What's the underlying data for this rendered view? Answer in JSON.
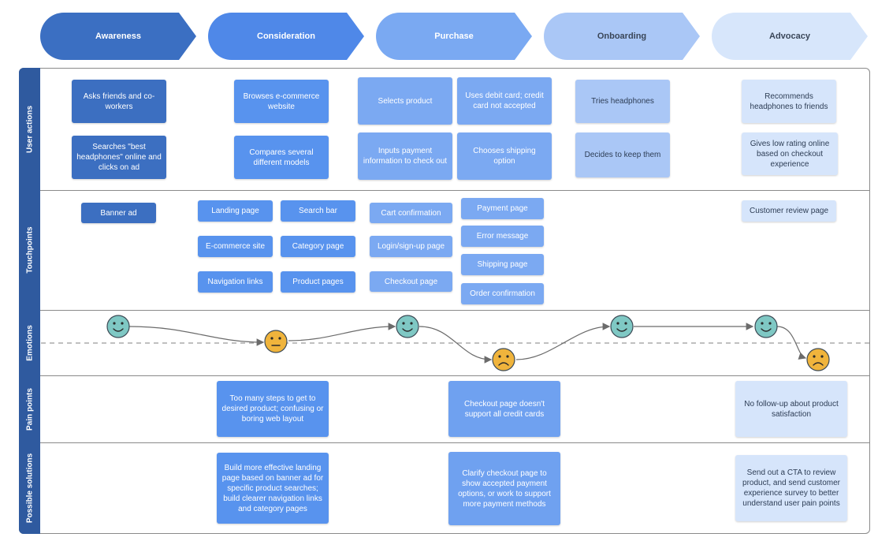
{
  "stages": [
    {
      "label": "Awareness",
      "color": "#3b6fc2",
      "text_color": "#ffffff"
    },
    {
      "label": "Consideration",
      "color": "#4f88e8",
      "text_color": "#ffffff"
    },
    {
      "label": "Purchase",
      "color": "#7aa9f2",
      "text_color": "#ffffff"
    },
    {
      "label": "Onboarding",
      "color": "#aac7f6",
      "text_color": "#3a4658"
    },
    {
      "label": "Advocacy",
      "color": "#d7e6fb",
      "text_color": "#3a4658"
    }
  ],
  "lanes": [
    "User actions",
    "Touchpoints",
    "Emotions",
    "Pain points",
    "Possible solutions"
  ],
  "user_actions": {
    "awareness": [
      "Asks friends and co-workers",
      "Searches \"best headphones\" online and clicks on ad"
    ],
    "consideration": [
      "Browses e-commerce website",
      "Compares several different models"
    ],
    "purchase": [
      "Selects product",
      "Uses debit card; credit card not accepted",
      "Inputs payment information to check out",
      "Chooses shipping option"
    ],
    "onboarding": [
      "Tries headphones",
      "Decides to keep them"
    ],
    "advocacy": [
      "Recommends headphones to friends",
      "Gives low rating online based on checkout experience"
    ]
  },
  "touchpoints": {
    "awareness": [
      "Banner ad"
    ],
    "consideration": [
      "Landing page",
      "Search bar",
      "E-commerce site",
      "Category page",
      "Navigation links",
      "Product pages"
    ],
    "purchase": [
      "Cart confirmation",
      "Payment page",
      "Login/sign-up page",
      "Error message",
      "Checkout page",
      "Shipping page",
      "Order confirmation"
    ],
    "advocacy": [
      "Customer review page"
    ]
  },
  "emotions": [
    "happy",
    "neutral",
    "happy",
    "sad",
    "happy",
    "happy",
    "sad"
  ],
  "emotion_colors": {
    "happy": "#7fc8c4",
    "neutral": "#f0b43c",
    "sad": "#f0b43c"
  },
  "pain_points": [
    "Too many steps to get to desired product; confusing or boring web layout",
    "Checkout page doesn't support all credit cards",
    "No follow-up about product satisfaction"
  ],
  "solutions": [
    "Build more effective landing page based on banner ad for specific product searches; build clearer navigation links and category pages",
    "Clarify checkout page to show accepted payment options, or work to support more payment methods",
    "Send out a CTA to review product, and send customer experience survey to better understand user pain points"
  ]
}
